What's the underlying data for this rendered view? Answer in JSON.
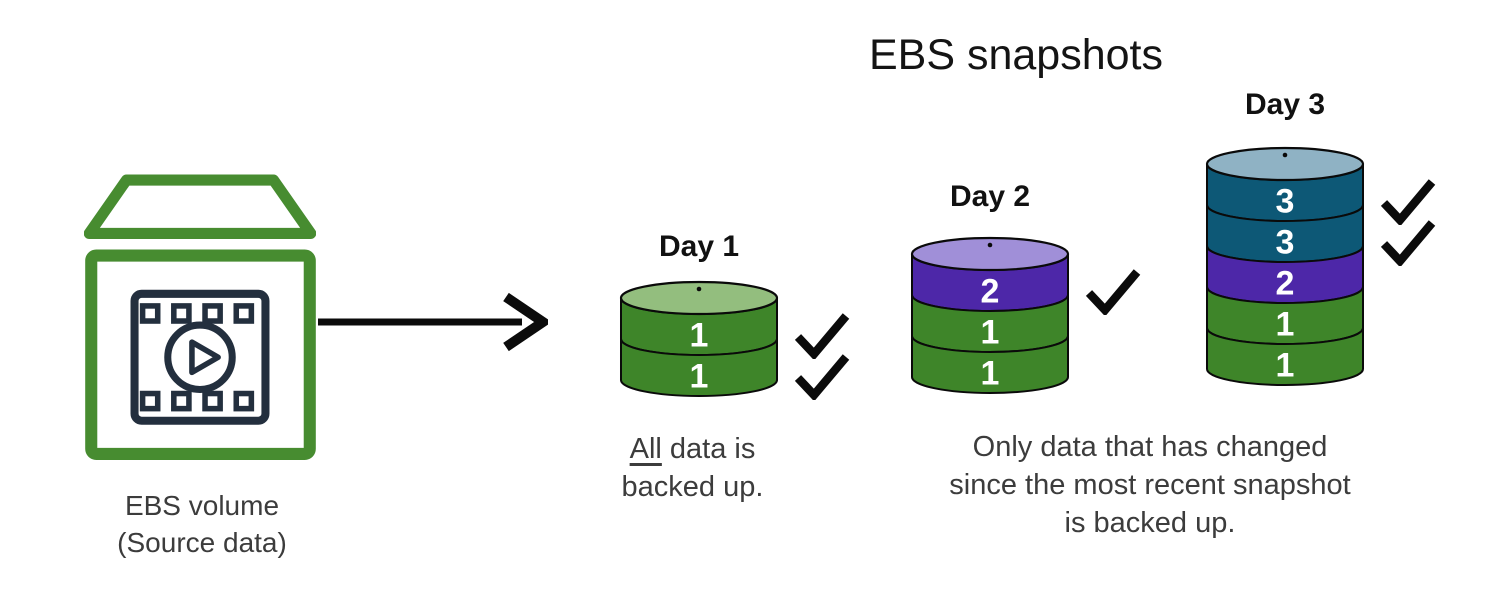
{
  "title": "EBS snapshots",
  "volume": {
    "icon": "ebs-volume-film-icon",
    "label_line1": "EBS volume",
    "label_line2": "(Source data)"
  },
  "stacks": [
    {
      "id": "day-1",
      "label": "Day 1",
      "top_color_key": "green_top",
      "checks": 2,
      "bands": [
        {
          "value": "1",
          "color_key": "green"
        },
        {
          "value": "1",
          "color_key": "green"
        }
      ]
    },
    {
      "id": "day-2",
      "label": "Day 2",
      "top_color_key": "purple_top",
      "checks": 1,
      "bands": [
        {
          "value": "2",
          "color_key": "purple"
        },
        {
          "value": "1",
          "color_key": "green"
        },
        {
          "value": "1",
          "color_key": "green"
        }
      ]
    },
    {
      "id": "day-3",
      "label": "Day 3",
      "top_color_key": "blue_top",
      "checks": 2,
      "bands": [
        {
          "value": "3",
          "color_key": "blue"
        },
        {
          "value": "3",
          "color_key": "blue"
        },
        {
          "value": "2",
          "color_key": "purple"
        },
        {
          "value": "1",
          "color_key": "green"
        },
        {
          "value": "1",
          "color_key": "green"
        }
      ]
    }
  ],
  "captions": {
    "day1": {
      "line1_underlined": "All",
      "line1_rest": " data is",
      "line2": "backed up."
    },
    "incremental": [
      "Only data that has changed",
      "since the most recent snapshot",
      "is backed up."
    ]
  },
  "colors": {
    "green": "#3E8529",
    "green_top": "#93BE7E",
    "purple": "#4D27A8",
    "purple_top": "#A08FD8",
    "blue": "#0D5876",
    "blue_top": "#8FB2C4",
    "outline": "#0A0A0A",
    "check": "#0B0B0B",
    "arrow": "#0B0B0B",
    "icon_green": "#478C30",
    "icon_navy": "#232F3E",
    "number_text": "#FFFFFF"
  }
}
